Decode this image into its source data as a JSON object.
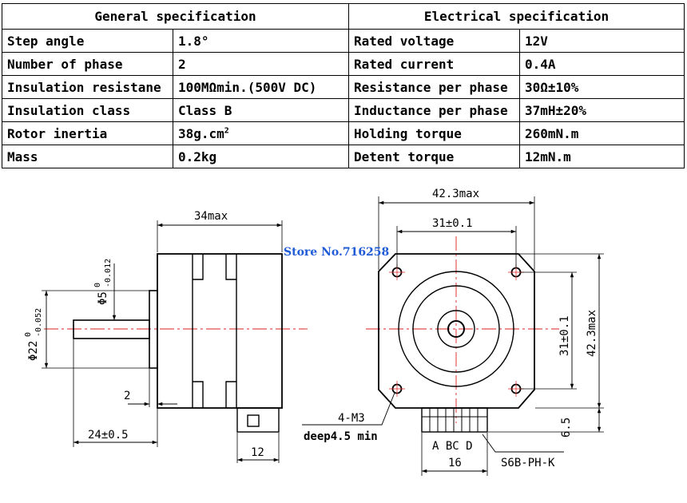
{
  "general_spec": {
    "title": "General  specification",
    "rows": [
      {
        "label": "Step angle",
        "value": "1.8°"
      },
      {
        "label": "Number of phase",
        "value": "2"
      },
      {
        "label": "Insulation resistane",
        "value": "100MΩmin.(500V DC)"
      },
      {
        "label": "Insulation class",
        "value": "Class B"
      },
      {
        "label": "Rotor inertia",
        "value": "38g.cm",
        "value_sup": "2"
      },
      {
        "label": "Mass",
        "value": "0.2kg"
      }
    ]
  },
  "electrical_spec": {
    "title": "Electrical  specification",
    "rows": [
      {
        "label": "Rated voltage",
        "value": "12V"
      },
      {
        "label": "Rated current",
        "value": "0.4A"
      },
      {
        "label": "Resistance per phase",
        "value": "30Ω±10%"
      },
      {
        "label": "Inductance per phase",
        "value": "37mH±20%"
      },
      {
        "label": "Holding torque",
        "value": "260mN.m"
      },
      {
        "label": "Detent torque",
        "value": "12mN.m"
      }
    ]
  },
  "side_view": {
    "body_length": "34max",
    "shaft_diameter": {
      "base": "Φ5",
      "upper": "0",
      "lower": "-0.012"
    },
    "boss_diameter": {
      "base": "Φ22",
      "upper": "0",
      "lower": "-0.052"
    },
    "boss_height": "2",
    "shaft_length": "24±0.5",
    "connector_width": "12"
  },
  "front_view": {
    "overall_width": "42.3max",
    "hole_spacing_horizontal": "31±0.1",
    "hole_spacing_vertical": "31±0.1",
    "overall_height": "42.3max",
    "connector_depth": "6.5",
    "mount_holes": "4-M3",
    "hole_depth": "deep4.5 min",
    "pin_labels": "A BC D",
    "connector_width": "16",
    "connector_model": "S6B-PH-K"
  },
  "watermark": "Store No.716258"
}
